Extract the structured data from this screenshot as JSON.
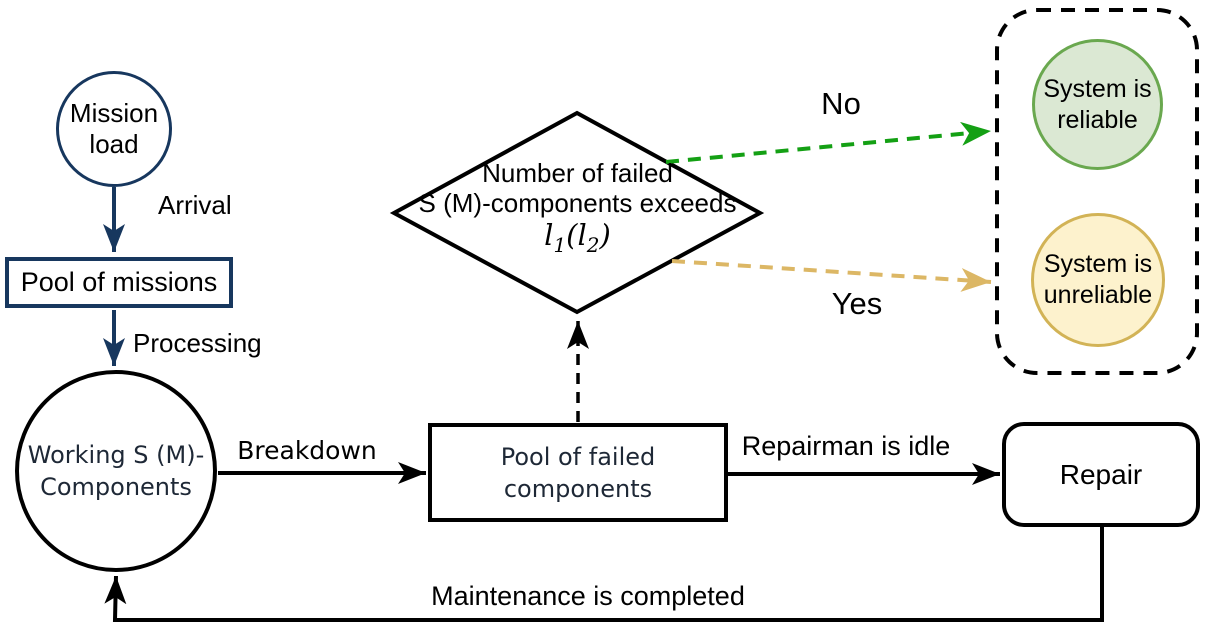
{
  "diagram": {
    "type": "flowchart",
    "background": "#ffffff",
    "colors": {
      "navy_accent": "#17375e",
      "black": "#000000",
      "node_text_dark": "#1e2836",
      "green_arrow": "#14a014",
      "tan_arrow": "#dcb765",
      "reliable_fill": "#dbe8d3",
      "reliable_border": "#6aa84f",
      "unreliable_fill": "#fdf2cd",
      "unreliable_border": "#d2b356"
    }
  },
  "nodes": {
    "mission_load": {
      "line1": "Mission",
      "line2": "load"
    },
    "pool_of_missions": {
      "label": "Pool of missions"
    },
    "working_components": {
      "line1": "Working S (M)-",
      "line2": "Components"
    },
    "pool_of_failed": {
      "line1": "Pool of failed",
      "line2": "components"
    },
    "repair": {
      "label": "Repair"
    },
    "decision": {
      "line1": "Number of failed",
      "line2": "S (M)-components exceeds",
      "formula": {
        "var1": "l",
        "sub1": "1",
        "open": "(",
        "var2": "l",
        "sub2": "2",
        "close": ")"
      }
    },
    "system_reliable": {
      "line1": "System is",
      "line2": "reliable"
    },
    "system_unreliable": {
      "line1": "System is",
      "line2": "unreliable"
    }
  },
  "edges": {
    "arrival": {
      "label": "Arrival"
    },
    "processing": {
      "label": "Processing"
    },
    "breakdown": {
      "label": "Breakdown"
    },
    "repairman_idle": {
      "label": "Repairman is idle"
    },
    "maintenance_completed": {
      "label": "Maintenance is completed"
    },
    "no_branch": {
      "label": "No"
    },
    "yes_branch": {
      "label": "Yes"
    }
  }
}
